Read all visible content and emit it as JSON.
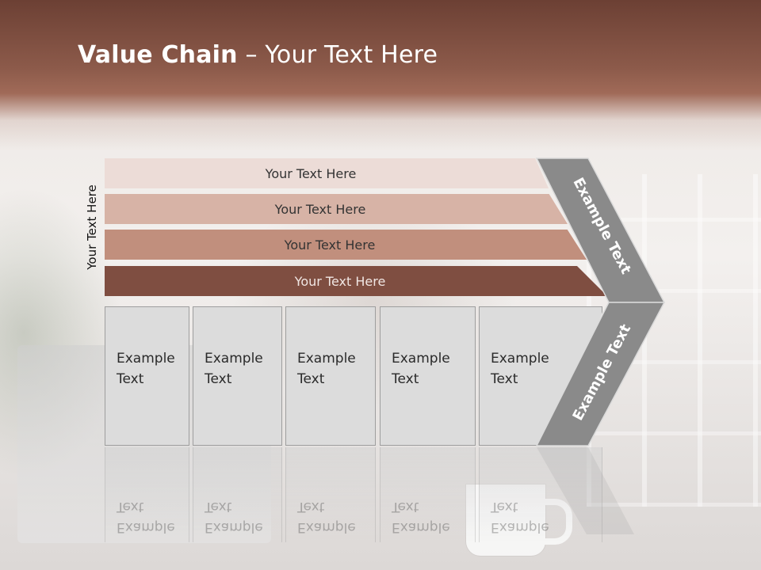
{
  "slide": {
    "title_bold": "Value Chain",
    "title_rest": " – Your Text Here",
    "side_label": "Your Text Here"
  },
  "bands": [
    {
      "label": "Your Text Here"
    },
    {
      "label": "Your Text Here"
    },
    {
      "label": "Your Text Here"
    },
    {
      "label": "Your Text Here"
    }
  ],
  "boxes": [
    {
      "label": "Example\nText"
    },
    {
      "label": "Example\nText"
    },
    {
      "label": "Example\nText"
    },
    {
      "label": "Example\nText"
    },
    {
      "label": "Example\nText"
    }
  ],
  "chevron": {
    "upper_label": "Example Text",
    "lower_label": "Example Text"
  },
  "colors": {
    "header": "#8c5a4a",
    "band_1": "#ecdcd7",
    "band_2": "#d7b3a6",
    "band_3": "#c18f7d",
    "band_4": "#7f4e41",
    "box_fill": "#dcdcdc",
    "chevron_fill": "#8a8a8a"
  }
}
